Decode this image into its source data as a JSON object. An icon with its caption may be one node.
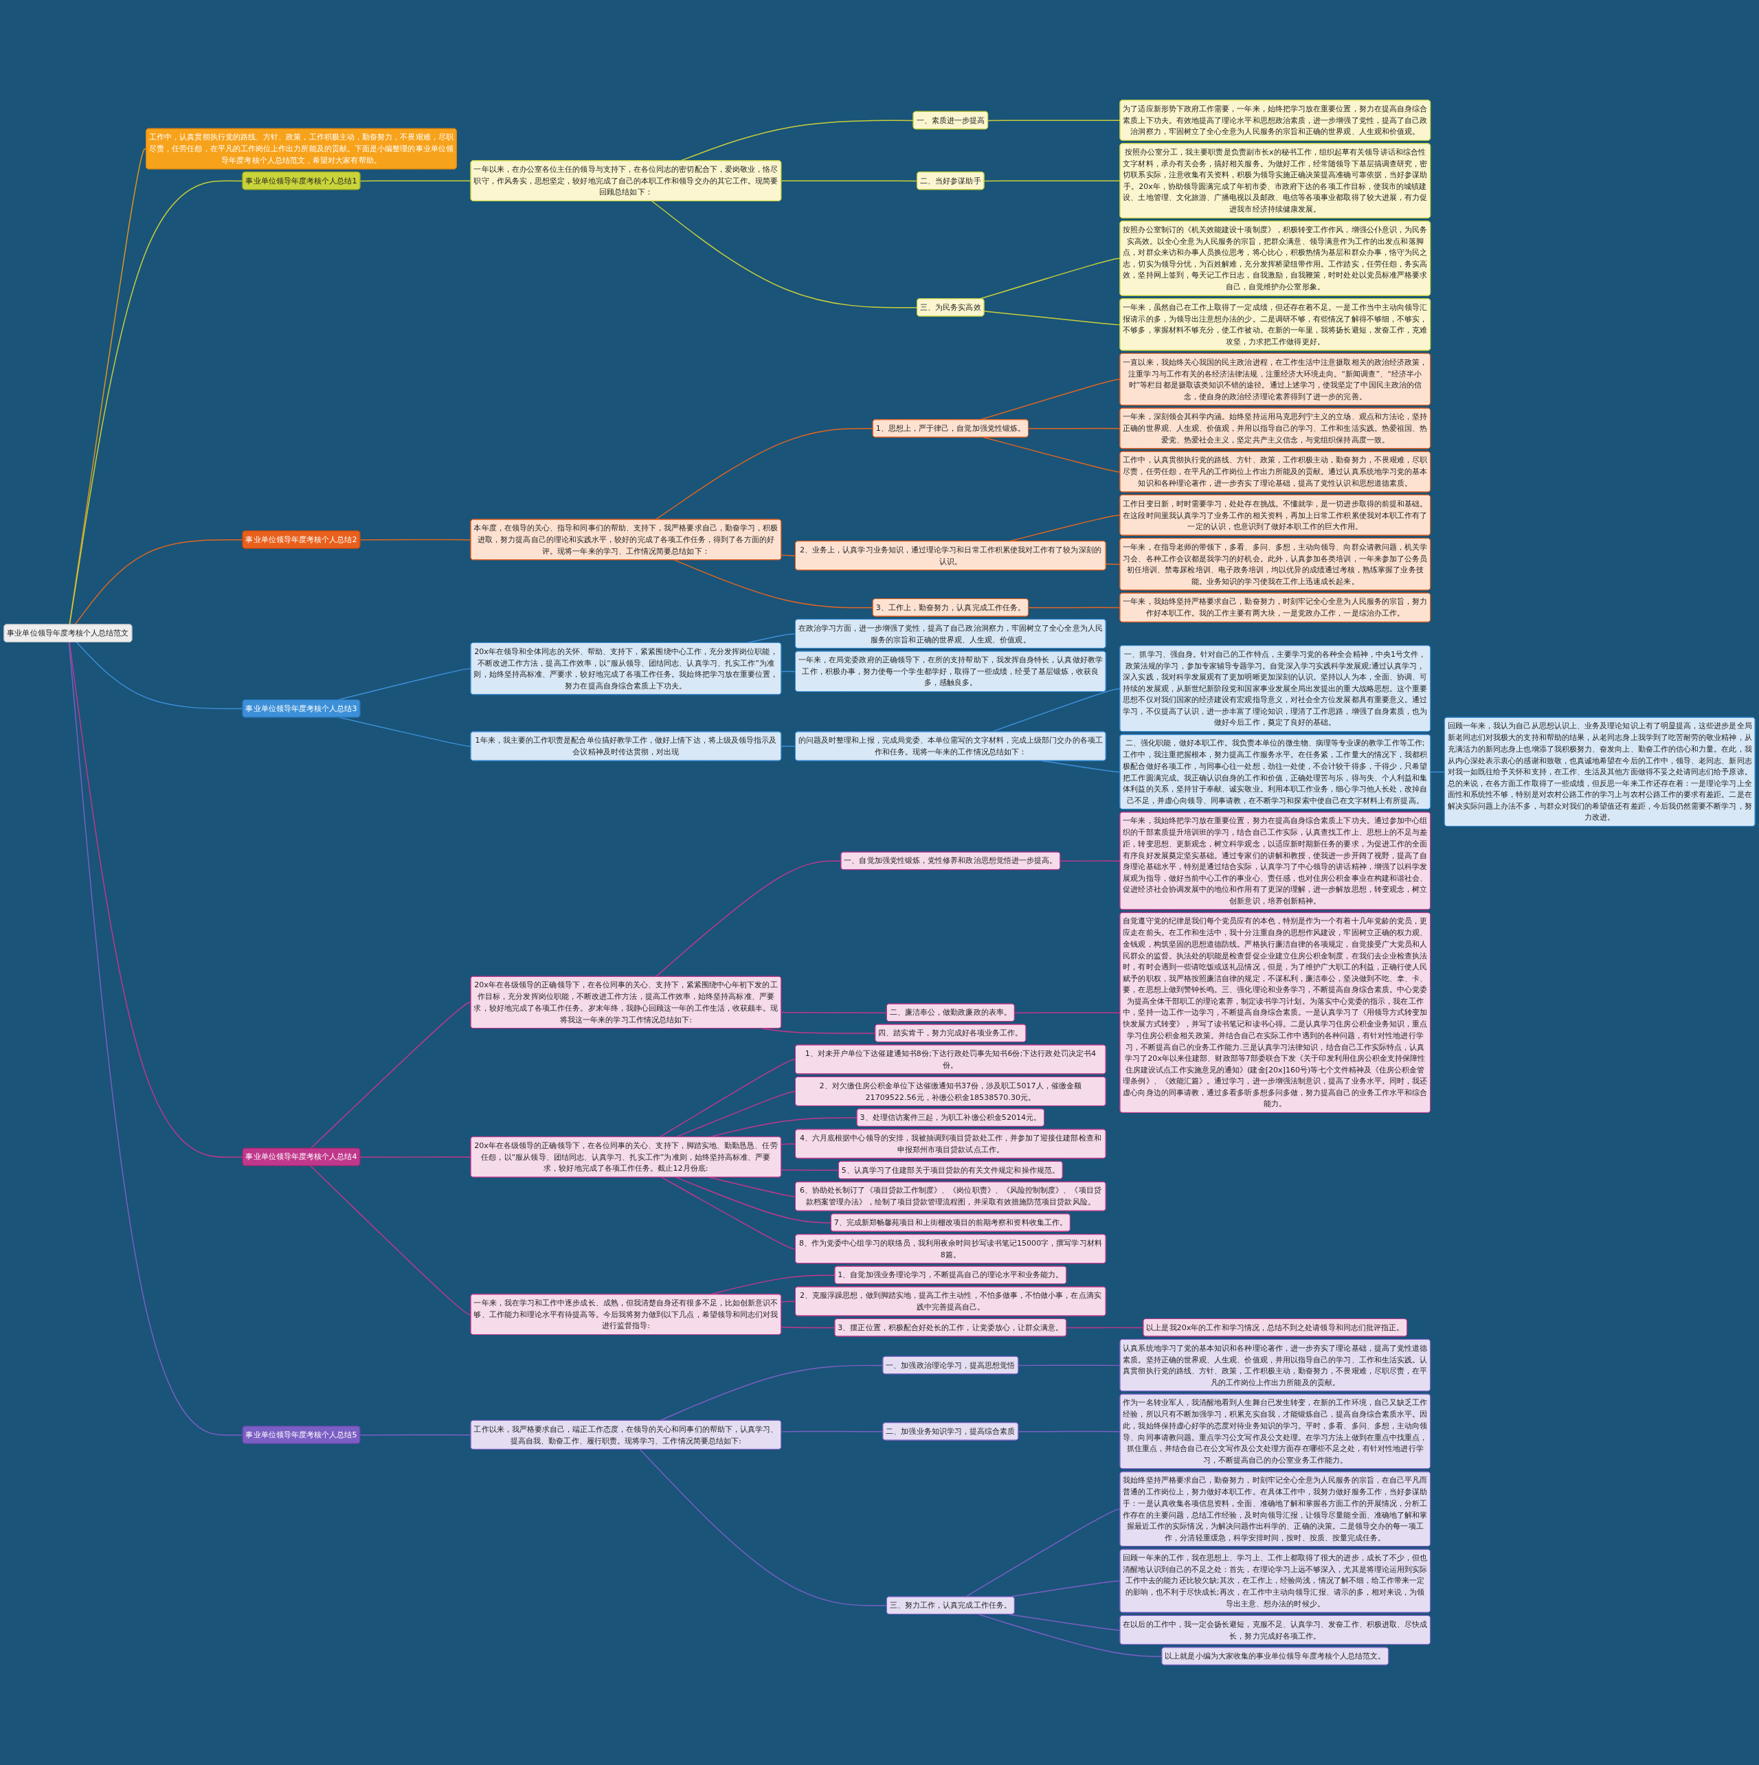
{
  "diagram": {
    "nodes": [
      {
        "text": [
          "事业单位领导年度考核个人总结范文"
        ]
      },
      {
        "text": [
          "工作中，认真贯彻执行党的路线、方针、政策，工作积极主动，勤奋努力，不畏艰难，尽职尽责，任劳任怨，在平凡的工作岗位上作出力所能及的贡献。下面是小编整理的事业单位领导年度考核个人总结范文，希望对大家有帮助。"
        ]
      },
      {
        "text": [
          "事业单位领导年度考核个人总结1"
        ]
      },
      {
        "text": [
          "一年以来，在办公室各位主任的领导与支持下，在各位同志的密切配合下，爱岗敬业，恪尽职守，作风务实，思想坚定，较好地完成了自己的本职工作和领导交办的其它工作。现简要回顾总结如下："
        ]
      },
      {
        "text": [
          "一、素质进一步提高"
        ]
      },
      {
        "text": [
          "为了适应新形势下政府工作需要，一年来，始终把学习放在重要位置，努力在提高自身综合素质上下功夫。有效地提高了理论水平和思想政治素质，进一步增强了党性，提高了自己政治洞察力，牢固树立了全心全意为人民服务的宗旨和正确的世界观、人生观和价值观。"
        ]
      },
      {
        "text": [
          "二、当好参谋助手"
        ]
      },
      {
        "text": [
          "按照办公室分工，我主要职责是负责副市长x的秘书工作，组织起草有关领导讲话和综合性文字材料，承办有关会务，搞好相关服务。为做好工作，经常随领导下基层搞调查研究，密切联系实际，注意收集有关资料，积极为领导实施正确决策提高准确可靠依据，当好参谋助手。20x年，协助领导圆满完成了年初市委、市政府下达的各项工作目标，使我市的城镇建设、土地管理、文化旅游、广播电视以及邮政、电信等各项事业都取得了较大进展，有力促进我市经济持续健康发展。"
        ]
      },
      {
        "text": [
          "三、为民务实高效"
        ]
      },
      {
        "text": [
          "按照办公室制订的《机关效能建设十项制度》，积极转变工作作风，增强公仆意识，为民务实高效。以全心全意为人民服务的宗旨，把群众满意、领导满意作为工作的出发点和落脚点，对群众来访和办事人员换位思考，将心比心，积极热情为基层和群众办事，恪守为民之志，切实为领导分忧，为百姓解难，充分发挥桥梁纽带作用。工作踏实，任劳任怨，务实高效，坚持网上签到，每天记工作日志，自我激励，自我鞭策，时时处处以党员标准严格要求自己，自觉维护办公室形象。"
        ]
      },
      {
        "text": [
          "一年来，虽然自己在工作上取得了一定成绩，但还存在着不足。一是工作当中主动向领导汇报请示的多，为领导出注意想办法的少。二是调研不够，有些情况了解得不够细，不够实，不够多，掌握材料不够充分，使工作被动。在新的一年里，我将扬长避短，发奋工作，克难攻坚，力求把工作做得更好。"
        ]
      },
      {
        "text": [
          "事业单位领导年度考核个人总结2"
        ]
      },
      {
        "text": [
          "本年度，在领导的关心、指导和同事们的帮助、支持下，我严格要求自己，勤奋学习，积极进取，努力提高自己的理论和实践水平，较好的完成了各项工作任务，得到了各方面的好评。现将一年来的学习、工作情况简要总结如下："
        ]
      },
      {
        "text": [
          "1、思想上，严于律己，自觉加强党性锻炼。"
        ]
      },
      {
        "text": [
          "一直以来，我始终关心我国的民主政治进程，在工作生活中注意摄取相关的政治经济政策，注重学习与工作有关的各经济法律法规，注重经济大环境走向。“新闻调查”、“经济半小时”等栏目都是摄取该类知识不错的途径。通过上述学习，使我坚定了中国民主政治的信念，使自身的政治经济理论素养得到了进一步的完善。"
        ]
      },
      {
        "text": [
          "一年来，深刻领会其科学内涵。始终坚持运用马克思列宁主义的立场、观点和方法论，坚持正确的世界观、人生观、价值观，并用以指导自己的学习、工作和生活实践。热爱祖国、热爱党、热爱社会主义，坚定共产主义信念，与党组织保持高度一致。"
        ]
      },
      {
        "text": [
          "工作中，认真贯彻执行党的路线、方针、政策，工作积极主动，勤奋努力，不畏艰难，尽职尽责，任劳任怨，在平凡的工作岗位上作出力所能及的贡献。通过认真系统地学习党的基本知识和各种理论著作，进一步夯实了理论基础，提高了党性认识和思想道德素质。"
        ]
      },
      {
        "text": [
          "2、业务上，认真学习业务知识，通过理论学习和日常工作积累使我对工作有了较为深刻的认识。"
        ]
      },
      {
        "text": [
          "工作日变日新，时时需要学习，处处存在挑战。不懂就学，是一切进步取得的前提和基础。在这段时间里我认真学习了业务工作的相关资料，再加上日常工作积累使我对本职工作有了一定的认识，也意识到了做好本职工作的巨大作用。"
        ]
      },
      {
        "text": [
          "一年来，在指导老师的带领下，多看、多问、多想，主动向领导、向群众请教问题，机关学习会、各种工作会议都是我学习的好机会。此外，认真参加各类培训，一年来参加了公务员初任培训、禁毒尿检培训、电子政务培训，均以优异的成绩通过考核，熟练掌握了业务技能。业务知识的学习使我在工作上迅速成长起来。"
        ]
      },
      {
        "text": [
          "3、工作上，勤奋努力，认真完成工作任务。"
        ]
      },
      {
        "text": [
          "一年来，我始终坚持严格要求自己，勤奋努力，时刻牢记全心全意为人民服务的宗旨，努力作好本职工作。我的工作主要有两大块，一是党政办工作，一是综治办工作。"
        ]
      },
      {
        "text": [
          "事业单位领导年度考核个人总结3"
        ]
      },
      {
        "text": [
          "20x年在领导和全体同志的关怀、帮助、支持下，紧紧围绕中心工作，充分发挥岗位职能，不断改进工作方法，提高工作效率，以“服从领导、团结同志、认真学习、扎实工作”为准则，始终坚持高标准、严要求，较好地完成了各项工作任务。我始终把学习放在重要位置，努力在提高自身综合素质上下功夫。"
        ]
      },
      {
        "text": [
          "在政治学习方面，进一步增强了党性，提高了自己政治洞察力，牢固树立了全心全意为人民服务的宗旨和正确的世界观、人生观、价值观。"
        ]
      },
      {
        "text": [
          "一年来，在局党委政府的正确领导下，在所的支持帮助下，我发挥自身特长，认真做好教学工作，积极办事，努力使每一个学生都学好，取得了一些成绩，经受了基层锻炼，收获良多，感触良多。"
        ]
      },
      {
        "text": [
          "1年来，我主要的工作职责是配合单位搞好教学工作，做好上情下达，将上级及领导指示及会议精神及时传达贯彻，对出现"
        ]
      },
      {
        "text": [
          "的问题及时整理和上报，完成局党委、本单位需写的文字材料，完成上级部门交办的各项工作和任务。现将一年来的工作情况总结如下："
        ]
      },
      {
        "text": [
          "一、抓学习、强自身。针对自己的工作特点，主要学习党的各种全会精神，中央1号文件，政策法规的学习，参加专家辅导专题学习。自觉深入学习实践科学发展观;通过认真学习，深入实践，我对科学发展观有了更加明晰更加深刻的认识。坚持以人为本，全面、协调、可持续的发展观，从新世纪新阶段党和国家事业发展全局出发提出的重大战略思想。这个重要思想不仅对我们国家的经济建设有宏观指导意义，对社会全方位发展都具有重要意义。通过学习，不仅提高了认识，进一步丰富了理论知识，理清了工作思路，增强了自身素质，也为做好今后工作，奠定了良好的基础。"
        ]
      },
      {
        "text": [
          "二、强化职能，做好本职工作。我负责本单位的微生物、病理等专业课的教学工作等工作;工作中，我注重把握根本，努力提高工作服务水平。在任务紧，工作量大的情况下，我都积极配合做好各项工作，与同事心往一处想，劲往一处使，不会计较干得多，干得少，只希望把工作圆满完成。我正确认识自身的工作和价值，正确处理苦与乐，得与失、个人利益和集体利益的关系，坚持甘于奉献、诚实敬业。利用本职工作业务，细心学习他人长处，改掉自己不足，并虚心向领导、同事请教，在不断学习和探索中使自己在文字材料上有所提高。"
        ]
      },
      {
        "text": [
          "回顾一年来，我认为自己从思想认识上、业务及理论知识上有了明显提高，这些进步是全局新老同志们对我极大的支持和帮助的结果，从老同志身上我学到了吃苦耐劳的敬业精神，从充满活力的新同志身上也增添了我积极努力、奋发向上、勤奋工作的信心和力量。在此，我从内心深处表示衷心的感谢和致敬，也真诚地希望在今后的工作中，领导、老同志、新同志对我一如既往给予关怀和支持，在工作、生活及其他方面做得不妥之处请同志们给予原谅。总的来说，在各方面工作取得了一些成绩，但反思一年来工作还存在着：一是理论学习上全面性和系统性不够，特别是对农村公路工作的学习上与农村公路工作的要求有差距。二是在解决实际问题上办法不多，与群众对我们的希望值还有差距，今后我仍然需要不断学习，努力改进。"
        ]
      },
      {
        "text": [
          "事业单位领导年度考核个人总结4"
        ]
      },
      {
        "text": [
          "20x年在各级领导的正确领导下，在各位同事的关心、支持下，紧紧围绕中心年初下发的工作目标，充分发挥岗位职能，不断改进工作方法，提高工作效率，始终坚持高标准、严要求，较好地完成了各项工作任务。岁末年终，我静心回顾这一年的工作生活，收获颇丰。现将我这一年来的学习工作情况总结如下:"
        ]
      },
      {
        "text": [
          "一、自觉加强党性锻炼，党性修养和政治思想觉悟进一步提高。"
        ]
      },
      {
        "text": [
          "一年来，我始终把学习放在重要位置，努力在提高自身综合素质上下功夫。通过参加中心组织的干部素质提升培训班的学习，结合自己工作实际，认真查找工作上、思想上的不足与差距，转变思想、更新观念，树立科学观念，以适应新时期新任务的要求，为促进工作的全面有序良好发展奠定坚实基础。通过专家们的讲解和教授，使我进一步开阔了视野，提高了自身理论基础水平，特别是通过结合实际，认真学习了中心领导的讲话精神，增强了以科学发展观为指导，做好当前中心工作的事业心、责任感，也对住房公积金事业在构建和谐社会、促进经济社会协调发展中的地位和作用有了更深的理解，进一步解放思想，转变观念，树立创新意识，培养创新精神。"
        ]
      },
      {
        "text": [
          "二、廉洁奉公，做勤政廉政的表率。"
        ]
      },
      {
        "text": [
          "自觉遵守党的纪律是我们每个党员应有的本色，特别是作为一个有着十几年党龄的党员，更应走在前头。在工作和生活中，我十分注重自身的思想作风建设，牢固树立正确的权力观、金钱观，构筑坚固的思想道德防线。严格执行廉洁自律的各项规定，自觉接受广大党员和人民群众的监督。执法处的职能是检查督促企业建立住房公积金制度，在我们去企业检查执法时，有时会遇到一些请吃饭或送礼品情况，但是，为了维护广大职工的利益，正确行使人民赋予的职权，我严格按照廉洁自律的规定，不谋私利，廉洁奉公，坚决做到不吃、拿、卡、要，在思想上做到警钟长鸣。三、强化理论和业务学习，不断提高自身综合素质。中心党委为提高全体干部职工的理论素养，制定读书学习计划。为落实中心党委的指示，我在工作中，坚持一边工作一边学习，不断提高自身综合素质。一是认真学习了《用领导方式转变加快发展方式转变》，并写了读书笔记和读书心得。二是认真学习住房公积金业务知识，重点学习住房公积金相关政策。并结合自己在实际工作中遇到的各种问题，有针对性地进行学习，不断提高自己的业务工作能力.三是认真学习法律知识，结合自己工作实际特点，认真学习了20x年以来住建部、财政部等7部委联合下发《关于印发利用住房公积金支持保障性住房建设试点工作实施意见的通知》(建金[20x]160号)等七个文件精神及《住房公积金管理条例》、《效能汇篇》。通过学习，进一步增强法制意识，提高了业务水平。同时，我还虚心向身边的同事请教，通过多看多听多想多问多做，努力提高自己的业务工作水平和综合能力。"
        ]
      },
      {
        "text": [
          "四、踏实肯干，努力完成好各项业务工作。"
        ]
      },
      {
        "text": [
          "20x年在各级领导的正确领导下，在各位同事的关心、支持下，脚踏实地、勤勤恳恳、任劳任怨，以“服从领导、团结同志、认真学习、扎实工作”为准则，始终坚持高标准、严要求，较好地完成了各项工作任务。截止12月份底:"
        ]
      },
      {
        "text": [
          "1、对未开户单位下达催建通知书8份;下达行政处罚事先知书6份;下达行政处罚决定书4份。"
        ]
      },
      {
        "text": [
          "2、对欠缴住房公积金单位下达催缴通知书37份，涉及职工5017人，催缴金额21709522.56元，补缴公积金18538570.30元。"
        ]
      },
      {
        "text": [
          "3、处理信访案件三起，为职工补缴公积金52014元。"
        ]
      },
      {
        "text": [
          "4、六月底根据中心领导的安排，我被抽调到项目贷款处工作，并参加了迎接住建部检查和申报郑州市项目贷款试点工作。"
        ]
      },
      {
        "text": [
          "5、认真学习了住建部关于项目贷款的有关文件规定和操作规范。"
        ]
      },
      {
        "text": [
          "6、协助处长制订了《项目贷款工作制度》、《岗位职责》、《风险控制制度》、《项目贷款档案管理办法》，绘制了项目贷款管理流程图，并采取有效措施防范项目贷款风险。"
        ]
      },
      {
        "text": [
          "7、完成新郑畅馨苑项目和上街棚改项目的前期考察和资料收集工作。"
        ]
      },
      {
        "text": [
          "8、作为党委中心组学习的联络员，我利用夜余时间抄写读书笔记15000字，撰写学习材料8篇。"
        ]
      },
      {
        "text": [
          "一年来，我在学习和工作中逐步成长、成熟，但我清楚自身还有很多不足，比如创新意识不够、工作能力和理论水平有待提高等。今后我将努力做到以下几点，希望领导和同志们对我进行监督指导:"
        ]
      },
      {
        "text": [
          "1、自觉加强业务理论学习，不断提高自己的理论水平和业务能力。"
        ]
      },
      {
        "text": [
          "2、克服浮躁思想，做到脚踏实地，提高工作主动性，不怕多做事，不怕做小事，在点滴实践中完善提高自己。"
        ]
      },
      {
        "text": [
          "3、摆正位置，积极配合好处长的工作，让党委放心，让群众满意。"
        ]
      },
      {
        "text": [
          "以上是我20x年的工作和学习情况，总结不到之处请领导和同志们批评指正。"
        ]
      },
      {
        "text": [
          "事业单位领导年度考核个人总结5"
        ]
      },
      {
        "text": [
          "工作以来，我严格要求自己，端正工作态度，在领导的关心和同事们的帮助下，认真学习、提高自我、勤奋工作、履行职责。现将学习、工作情况简要总结如下:"
        ]
      },
      {
        "text": [
          "一、加强政治理论学习，提高思想觉悟"
        ]
      },
      {
        "text": [
          "认真系统地学习了党的基本知识和各种理论著作，进一步夯实了理论基础，提高了党性道德素质。坚持正确的世界观、人生观、价值观，并用以指导自己的学习、工作和生活实践。认真贯彻执行党的路线、方针、政策，工作积极主动，勤奋努力，不畏艰难，尽职尽责，在平凡的工作岗位上作出力所能及的贡献。"
        ]
      },
      {
        "text": [
          "二、加强业务知识学习，提高综合素质"
        ]
      },
      {
        "text": [
          "作为一名转业军人，我清醒地看到人生舞台已发生转变，在新的工作环境，自己又缺乏工作经验，所以只有不断加强学习，积累充实自我，才能锻炼自己，提高自身综合素质水平。因此，我始终保持虚心好学的态度对待业务知识的学习。平时，多看、多问、多想，主动向领导、向同事请教问题。重点学习公文写作及公文处理。在学习方法上做到在重点中找重点，抓住重点，并结合自己在公文写作及公文处理方面存在哪些不足之处，有针对性地进行学习，不断提高自己的办公室业务工作能力。"
        ]
      },
      {
        "text": [
          "三、努力工作，认真完成工作任务。"
        ]
      },
      {
        "text": [
          "我始终坚持严格要求自己，勤奋努力，时刻牢记全心全意为人民服务的宗旨，在自己平凡而普通的工作岗位上，努力做好本职工作。在具体工作中，我努力做好服务工作，当好参谋助手：一是认真收集各项信息资料，全面、准确地了解和掌握各方面工作的开展情况，分析工作存在的主要问题，总结工作经验，及时向领导汇报，让领导尽量能全面、准确地了解和掌握最近工作的实际情况，为解决问题作出科学的、正确的决策。二是领导交办的每一项工作，分清轻重缓急，科学安排时间，按时、按质、按量完成任务。"
        ]
      },
      {
        "text": [
          "回顾一年来的工作，我在思想上、学习上、工作上都取得了很大的进步，成长了不少，但也清醒地认识到自己的不足之处：首先，在理论学习上远不够深入，尤其是将理论运用到实际工作中去的能力还比较欠缺;其次，在工作上，经验尚浅，情况了解不细，给工作带来一定的影响，也不利于尽快成长;再次，在工作中主动向领导汇报、请示的多，相对来说，为领导出主意、想办法的时候少。"
        ]
      },
      {
        "text": [
          "在以后的工作中，我一定会扬长避短，克服不足、认真学习、发奋工作、积极进取、尽快成长，努力完成好各项工作。"
        ]
      },
      {
        "text": [
          "以上就是小编为大家收集的事业单位领导年度考核个人总结范文。"
        ]
      }
    ],
    "edges": [
      {
        "from": 0,
        "to": 1,
        "arrow": "none",
        "color": "#e0951e"
      },
      {
        "from": 0,
        "to": 2,
        "arrow": "none",
        "color": "#c9cf3a"
      },
      {
        "from": 2,
        "to": 3,
        "arrow": "none",
        "color": "#c9cf3a"
      },
      {
        "from": 3,
        "to": 4,
        "arrow": "none",
        "color": "#c9cf3a"
      },
      {
        "from": 4,
        "to": 5,
        "arrow": "none",
        "color": "#c9cf3a"
      },
      {
        "from": 3,
        "to": 6,
        "arrow": "none",
        "color": "#c9cf3a"
      },
      {
        "from": 6,
        "to": 7,
        "arrow": "none",
        "color": "#c9cf3a"
      },
      {
        "from": 3,
        "to": 8,
        "arrow": "none",
        "color": "#c9cf3a"
      },
      {
        "from": 8,
        "to": 9,
        "arrow": "none",
        "color": "#c9cf3a"
      },
      {
        "from": 8,
        "to": 10,
        "arrow": "none",
        "color": "#c9cf3a"
      },
      {
        "from": 0,
        "to": 11,
        "arrow": "none",
        "color": "#e2661f"
      },
      {
        "from": 11,
        "to": 12,
        "arrow": "none",
        "color": "#e2661f"
      },
      {
        "from": 12,
        "to": 13,
        "arrow": "none",
        "color": "#e2661f"
      },
      {
        "from": 13,
        "to": 14,
        "arrow": "none",
        "color": "#e2661f"
      },
      {
        "from": 13,
        "to": 15,
        "arrow": "none",
        "color": "#e2661f"
      },
      {
        "from": 13,
        "to": 16,
        "arrow": "none",
        "color": "#e2661f"
      },
      {
        "from": 12,
        "to": 17,
        "arrow": "none",
        "color": "#e2661f"
      },
      {
        "from": 17,
        "to": 18,
        "arrow": "none",
        "color": "#e2661f"
      },
      {
        "from": 17,
        "to": 19,
        "arrow": "none",
        "color": "#e2661f"
      },
      {
        "from": 12,
        "to": 20,
        "arrow": "none",
        "color": "#e2661f"
      },
      {
        "from": 20,
        "to": 21,
        "arrow": "none",
        "color": "#e2661f"
      },
      {
        "from": 0,
        "to": 22,
        "arrow": "none",
        "color": "#3d90d8"
      },
      {
        "from": 22,
        "to": 23,
        "arrow": "none",
        "color": "#3d90d8"
      },
      {
        "from": 23,
        "to": 24,
        "arrow": "none",
        "color": "#3d90d8"
      },
      {
        "from": 23,
        "to": 25,
        "arrow": "none",
        "color": "#3d90d8"
      },
      {
        "from": 22,
        "to": 26,
        "arrow": "none",
        "color": "#3d90d8"
      },
      {
        "from": 26,
        "to": 27,
        "arrow": "none",
        "color": "#3d90d8"
      },
      {
        "from": 27,
        "to": 28,
        "arrow": "none",
        "color": "#3d90d8"
      },
      {
        "from": 27,
        "to": 29,
        "arrow": "none",
        "color": "#3d90d8"
      },
      {
        "from": 29,
        "to": 30,
        "arrow": "none",
        "color": "#3d90d8"
      },
      {
        "from": 0,
        "to": 31,
        "arrow": "none",
        "color": "#c0388c"
      },
      {
        "from": 31,
        "to": 32,
        "arrow": "none",
        "color": "#c0388c"
      },
      {
        "from": 32,
        "to": 33,
        "arrow": "none",
        "color": "#c0388c"
      },
      {
        "from": 33,
        "to": 34,
        "arrow": "none",
        "color": "#c0388c"
      },
      {
        "from": 32,
        "to": 35,
        "arrow": "none",
        "color": "#c0388c"
      },
      {
        "from": 35,
        "to": 36,
        "arrow": "none",
        "color": "#c0388c"
      },
      {
        "from": 32,
        "to": 37,
        "arrow": "none",
        "color": "#c0388c"
      },
      {
        "from": 31,
        "to": 38,
        "arrow": "none",
        "color": "#c0388c"
      },
      {
        "from": 38,
        "to": 39,
        "arrow": "none",
        "color": "#c0388c"
      },
      {
        "from": 38,
        "to": 40,
        "arrow": "none",
        "color": "#c0388c"
      },
      {
        "from": 38,
        "to": 41,
        "arrow": "none",
        "color": "#c0388c"
      },
      {
        "from": 38,
        "to": 42,
        "arrow": "none",
        "color": "#c0388c"
      },
      {
        "from": 38,
        "to": 43,
        "arrow": "none",
        "color": "#c0388c"
      },
      {
        "from": 38,
        "to": 44,
        "arrow": "none",
        "color": "#c0388c"
      },
      {
        "from": 38,
        "to": 45,
        "arrow": "none",
        "color": "#c0388c"
      },
      {
        "from": 38,
        "to": 46,
        "arrow": "none",
        "color": "#c0388c"
      },
      {
        "from": 31,
        "to": 47,
        "arrow": "none",
        "color": "#c0388c"
      },
      {
        "from": 47,
        "to": 48,
        "arrow": "none",
        "color": "#c0388c"
      },
      {
        "from": 47,
        "to": 49,
        "arrow": "none",
        "color": "#c0388c"
      },
      {
        "from": 47,
        "to": 50,
        "arrow": "none",
        "color": "#c0388c"
      },
      {
        "from": 50,
        "to": 51,
        "arrow": "none",
        "color": "#c0388c"
      },
      {
        "from": 0,
        "to": 52,
        "arrow": "none",
        "color": "#7b5fc4"
      },
      {
        "from": 52,
        "to": 53,
        "arrow": "none",
        "color": "#7b5fc4"
      },
      {
        "from": 53,
        "to": 54,
        "arrow": "none",
        "color": "#7b5fc4"
      },
      {
        "from": 54,
        "to": 55,
        "arrow": "none",
        "color": "#7b5fc4"
      },
      {
        "from": 53,
        "to": 56,
        "arrow": "none",
        "color": "#7b5fc4"
      },
      {
        "from": 56,
        "to": 57,
        "arrow": "none",
        "color": "#7b5fc4"
      },
      {
        "from": 53,
        "to": 58,
        "arrow": "none",
        "color": "#7b5fc4"
      },
      {
        "from": 58,
        "to": 59,
        "arrow": "none",
        "color": "#7b5fc4"
      },
      {
        "from": 58,
        "to": 60,
        "arrow": "none",
        "color": "#7b5fc4"
      },
      {
        "from": 58,
        "to": 61,
        "arrow": "none",
        "color": "#7b5fc4"
      },
      {
        "from": 58,
        "to": 62,
        "arrow": "none",
        "color": "#7b5fc4"
      }
    ]
  }
}
